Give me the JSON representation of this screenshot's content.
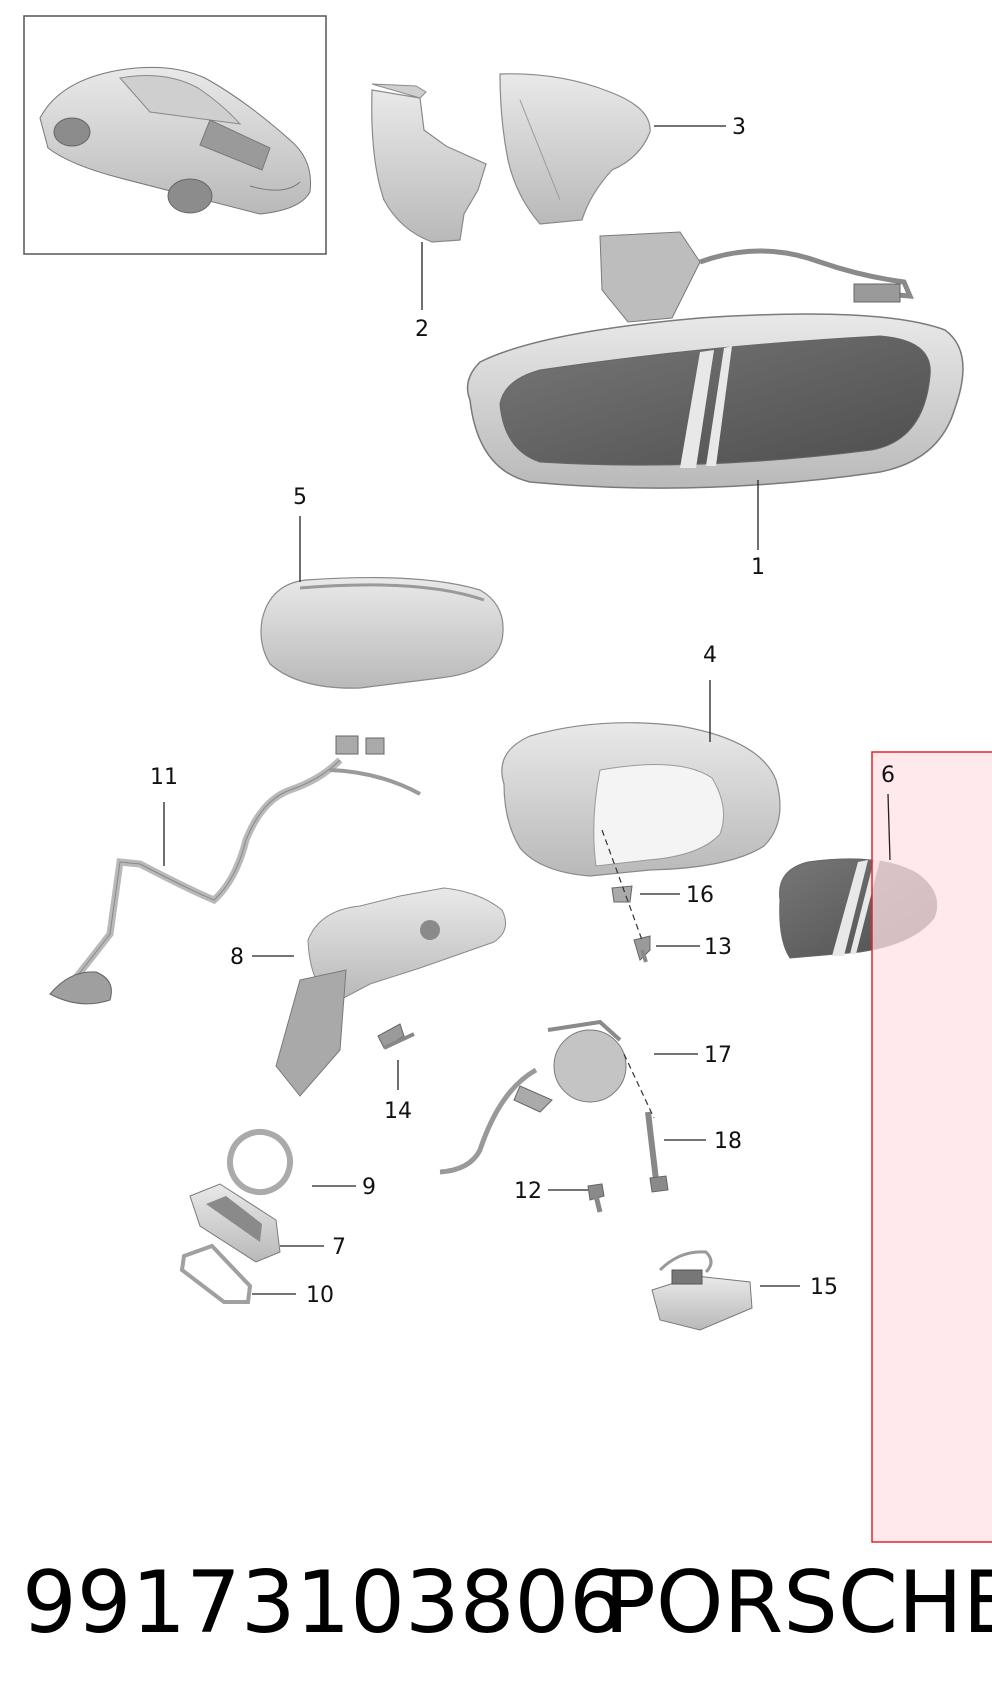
{
  "footer": {
    "part_number": "99173103806",
    "brand": "PORSCHE"
  },
  "callouts": [
    {
      "id": "c1",
      "label": "1"
    },
    {
      "id": "c2",
      "label": "2"
    },
    {
      "id": "c3",
      "label": "3"
    },
    {
      "id": "c4",
      "label": "4"
    },
    {
      "id": "c5",
      "label": "5"
    },
    {
      "id": "c6",
      "label": "6"
    },
    {
      "id": "c7",
      "label": "7"
    },
    {
      "id": "c8",
      "label": "8"
    },
    {
      "id": "c9",
      "label": "9"
    },
    {
      "id": "c10",
      "label": "10"
    },
    {
      "id": "c11",
      "label": "11"
    },
    {
      "id": "c12",
      "label": "12"
    },
    {
      "id": "c13",
      "label": "13"
    },
    {
      "id": "c14",
      "label": "14"
    },
    {
      "id": "c15",
      "label": "15"
    },
    {
      "id": "c16",
      "label": "16"
    },
    {
      "id": "c17",
      "label": "17"
    },
    {
      "id": "c18",
      "label": "18"
    }
  ],
  "colors": {
    "part_fill": "#d7d7d7",
    "part_stroke": "#8a8a8a",
    "glass": "#5f5f5f",
    "highlight_fill": "#ffe1e6",
    "highlight_stroke": "#e0262f",
    "leader": "#222222"
  }
}
